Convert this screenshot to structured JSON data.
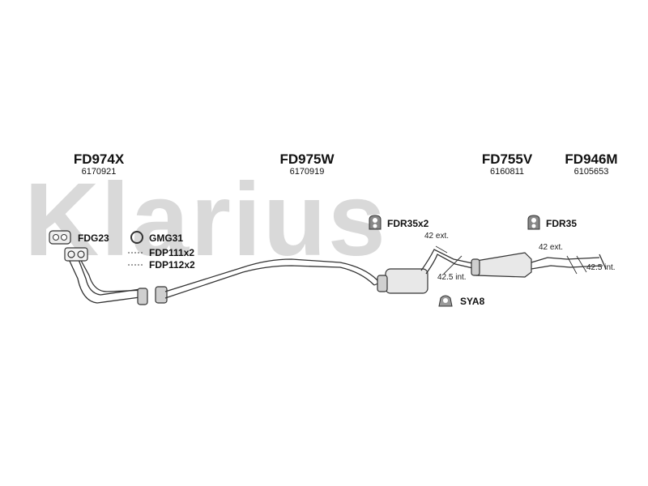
{
  "watermark": "Klarius",
  "products": [
    {
      "code": "FD974X",
      "number": "6170921"
    },
    {
      "code": "FD975W",
      "number": "6170919"
    },
    {
      "code": "FD755V",
      "number": "6160811"
    },
    {
      "code": "FD946M",
      "number": "6105653"
    }
  ],
  "parts": {
    "fdg23": "FDG23",
    "gmg31": "GMG31",
    "fdp111": "FDP111x2",
    "fdp112": "FDP112x2",
    "fdr35x2": "FDR35x2",
    "fdr35": "FDR35",
    "sya8": "SYA8"
  },
  "dims": {
    "ext1": "42 ext.",
    "int1": "42.5 int.",
    "ext2": "42 ext.",
    "int2": "42.5 int."
  }
}
